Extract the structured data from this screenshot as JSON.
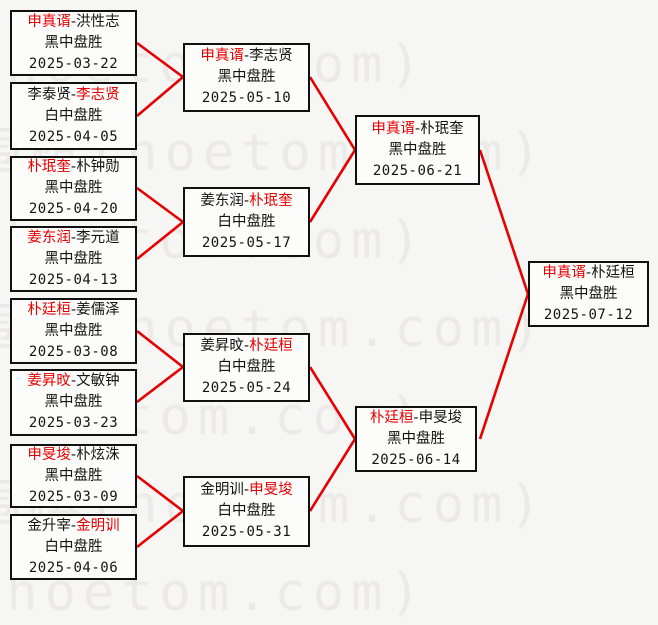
{
  "ui": {
    "separator": "-",
    "colors": {
      "winner_red": "#e60000",
      "line_red": "#e60000",
      "box_border": "#101010",
      "background": "#f6f6f5",
      "watermark": "#eceae9"
    }
  },
  "watermark": {
    "text": "围棋(hoetom.com)"
  },
  "rounds": [
    {
      "name": "round-1",
      "matches": [
        {
          "p1": "申真谞",
          "p2": "洪性志",
          "result": "黑中盘胜",
          "date": "2025-03-22",
          "winner": 1
        },
        {
          "p1": "李泰贤",
          "p2": "李志贤",
          "result": "白中盘胜",
          "date": "2025-04-05",
          "winner": 2
        },
        {
          "p1": "朴珉奎",
          "p2": "朴钟勋",
          "result": "黑中盘胜",
          "date": "2025-04-20",
          "winner": 1
        },
        {
          "p1": "姜东润",
          "p2": "李元道",
          "result": "黑中盘胜",
          "date": "2025-04-13",
          "winner": 1
        },
        {
          "p1": "朴廷桓",
          "p2": "姜儒泽",
          "result": "黑中盘胜",
          "date": "2025-03-08",
          "winner": 1
        },
        {
          "p1": "姜昇旼",
          "p2": "文敏钟",
          "result": "黑中盘胜",
          "date": "2025-03-23",
          "winner": 1
        },
        {
          "p1": "申旻埈",
          "p2": "朴炫洙",
          "result": "黑中盘胜",
          "date": "2025-03-09",
          "winner": 1
        },
        {
          "p1": "金升宰",
          "p2": "金明训",
          "result": "白中盘胜",
          "date": "2025-04-06",
          "winner": 2
        }
      ]
    },
    {
      "name": "round-2",
      "matches": [
        {
          "p1": "申真谞",
          "p2": "李志贤",
          "result": "黑中盘胜",
          "date": "2025-05-10",
          "winner": 1
        },
        {
          "p1": "姜东润",
          "p2": "朴珉奎",
          "result": "白中盘胜",
          "date": "2025-05-17",
          "winner": 2
        },
        {
          "p1": "姜昇旼",
          "p2": "朴廷桓",
          "result": "白中盘胜",
          "date": "2025-05-24",
          "winner": 2
        },
        {
          "p1": "金明训",
          "p2": "申旻埈",
          "result": "白中盘胜",
          "date": "2025-05-31",
          "winner": 2
        }
      ]
    },
    {
      "name": "semifinals",
      "matches": [
        {
          "p1": "申真谞",
          "p2": "朴珉奎",
          "result": "黑中盘胜",
          "date": "2025-06-21",
          "winner": 1
        },
        {
          "p1": "朴廷桓",
          "p2": "申旻埈",
          "result": "黑中盘胜",
          "date": "2025-06-14",
          "winner": 1
        }
      ]
    },
    {
      "name": "final",
      "matches": [
        {
          "p1": "申真谞",
          "p2": "朴廷桓",
          "result": "黑中盘胜",
          "date": "2025-07-12",
          "winner": 1
        }
      ]
    }
  ]
}
